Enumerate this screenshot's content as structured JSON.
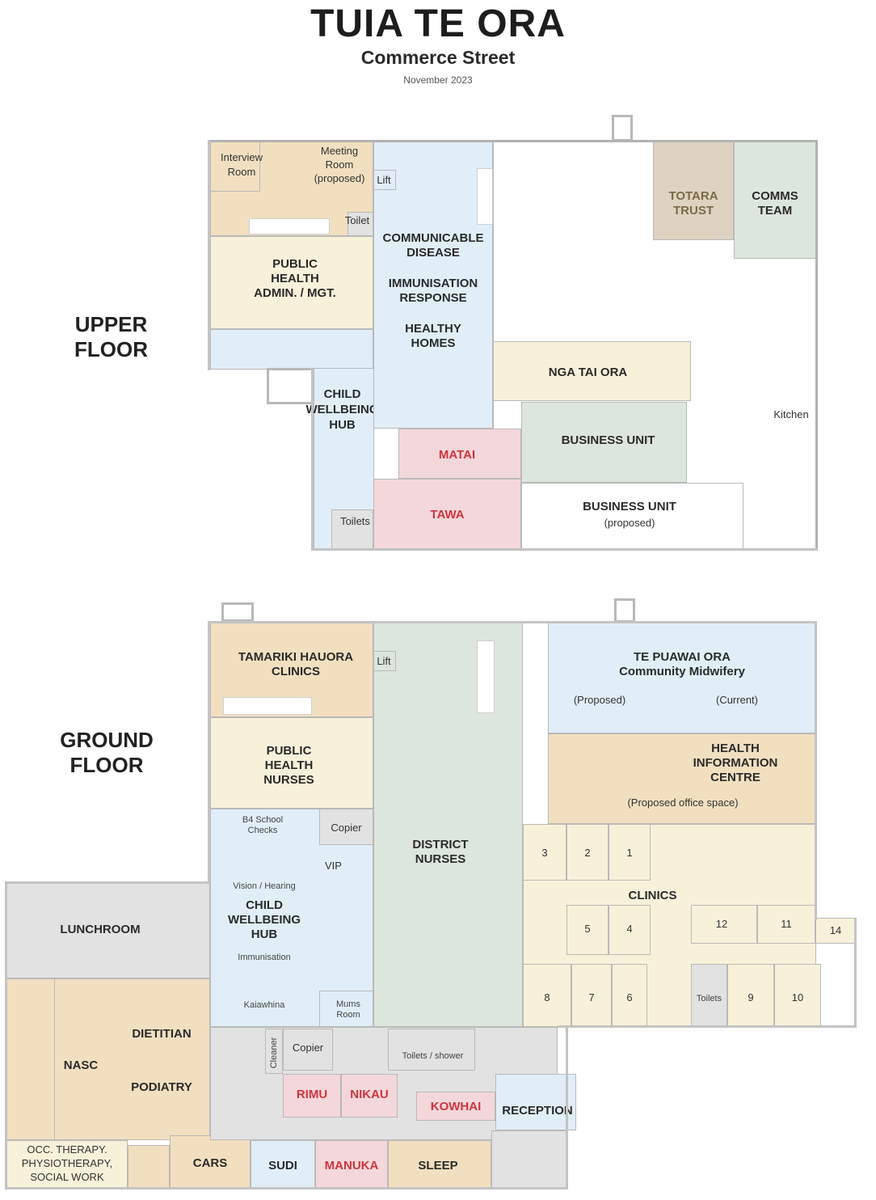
{
  "header": {
    "title": "TUIA TE ORA",
    "subtitle": "Commerce Street",
    "date": "November 2023"
  },
  "floors": {
    "upper": "UPPER\nFLOOR",
    "ground": "GROUND\nFLOOR"
  },
  "upper_rooms": {
    "interview_room": "Interview\nRoom",
    "meeting_room": "Meeting\nRoom\n(proposed)",
    "lift": "Lift",
    "toilet": "Toilet",
    "public_health_admin": "PUBLIC\nHEALTH\nADMIN. / MGT.",
    "communicable_disease": "COMMUNICABLE\nDISEASE",
    "immunisation_response": "IMMUNISATION\nRESPONSE",
    "healthy_homes": "HEALTHY\nHOMES",
    "totara_trust": "TOTARA\nTRUST",
    "comms_team": "COMMS\nTEAM",
    "nga_tai_ora": "NGA TAI ORA",
    "kitchen": "Kitchen",
    "child_wellbeing_hub": "CHILD\nWELLBEING\nHUB",
    "matai": "MATAI",
    "tawa": "TAWA",
    "business_unit": "BUSINESS UNIT",
    "business_unit_proposed": "BUSINESS UNIT",
    "proposed": "(proposed)",
    "toilets": "Toilets"
  },
  "ground_rooms": {
    "tamariki_hauora": "TAMARIKI HAUORA\nCLINICS",
    "lift": "Lift",
    "public_health_nurses": "PUBLIC\nHEALTH\nNURSES",
    "b4_school_checks": "B4 School\nChecks",
    "copier": "Copier",
    "vip": "VIP",
    "vision_hearing": "Vision / Hearing",
    "child_wellbeing_hub": "CHILD\nWELLBEING\nHUB",
    "immunisation": "Immunisation",
    "kaiawhina": "Kaiawhina",
    "mums_room": "Mums\nRoom",
    "district_nurses": "DISTRICT\nNURSES",
    "te_puawai_ora": "TE PUAWAI ORA\nCommunity Midwifery",
    "proposed": "(Proposed)",
    "current": "(Current)",
    "health_information_centre": "HEALTH\nINFORMATION\nCENTRE",
    "proposed_office_space": "(Proposed office space)",
    "clinics": "CLINICS",
    "clinic_numbers": [
      "3",
      "2",
      "1",
      "5",
      "4",
      "12",
      "11",
      "14",
      "8",
      "7",
      "6",
      "9",
      "10"
    ],
    "toilets": "Toilets",
    "lunchroom": "LUNCHROOM",
    "dietitian": "DIETITIAN",
    "nasc": "NASC",
    "podiatry": "PODIATRY",
    "cleaner": "Cleaner",
    "copier2": "Copier",
    "toilets_shower": "Toilets / shower",
    "rimu": "RIMU",
    "nikau": "NIKAU",
    "kowhai": "KOWHAI",
    "reception": "RECEPTION",
    "occ_therapy": "OCC. THERAPY.\nPHYSIOTHERAPY,\nSOCIAL WORK",
    "cars": "CARS",
    "sudi": "SUDI",
    "manuka": "MANUKA",
    "sleep": "SLEEP"
  },
  "colors": {
    "tan": "#f1dfbf",
    "cream": "#f8f1d9",
    "blue": "#e1eef8",
    "green": "#dde6dc",
    "pink": "#f4d7da",
    "grey": "#e2e2e2",
    "taupe": "#ddd3c0",
    "red_label": "#d0353f"
  }
}
